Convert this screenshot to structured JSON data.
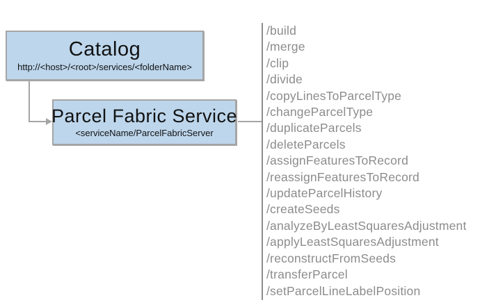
{
  "catalog_box": {
    "title": "Catalog",
    "subtitle": "http://<host>/<root>/services/<folderName>"
  },
  "service_box": {
    "title": "Parcel Fabric Service",
    "subtitle": "<serviceName/ParcelFabricServer"
  },
  "operations": [
    "/build",
    "/merge",
    "/clip",
    "/divide",
    "/copyLinesToParcelType",
    "/changeParcelType",
    "/duplicateParcels",
    "/deleteParcels",
    "/assignFeaturesToRecord",
    "/reassignFeaturesToRecord",
    "/updateParcelHistory",
    "/createSeeds",
    "/analyzeByLeastSquaresAdjustment",
    "/applyLeastSquaresAdjustment",
    "/reconstructFromSeeds",
    "/transferParcel",
    "/setParcelLineLabelPosition"
  ],
  "colors": {
    "box_fill": "#bdd6ec",
    "box_border": "#a5a5a5",
    "connector": "#a5a5a5",
    "separator": "#8c8c8c",
    "list_text": "#8c8c8c",
    "title_text": "#111111"
  }
}
